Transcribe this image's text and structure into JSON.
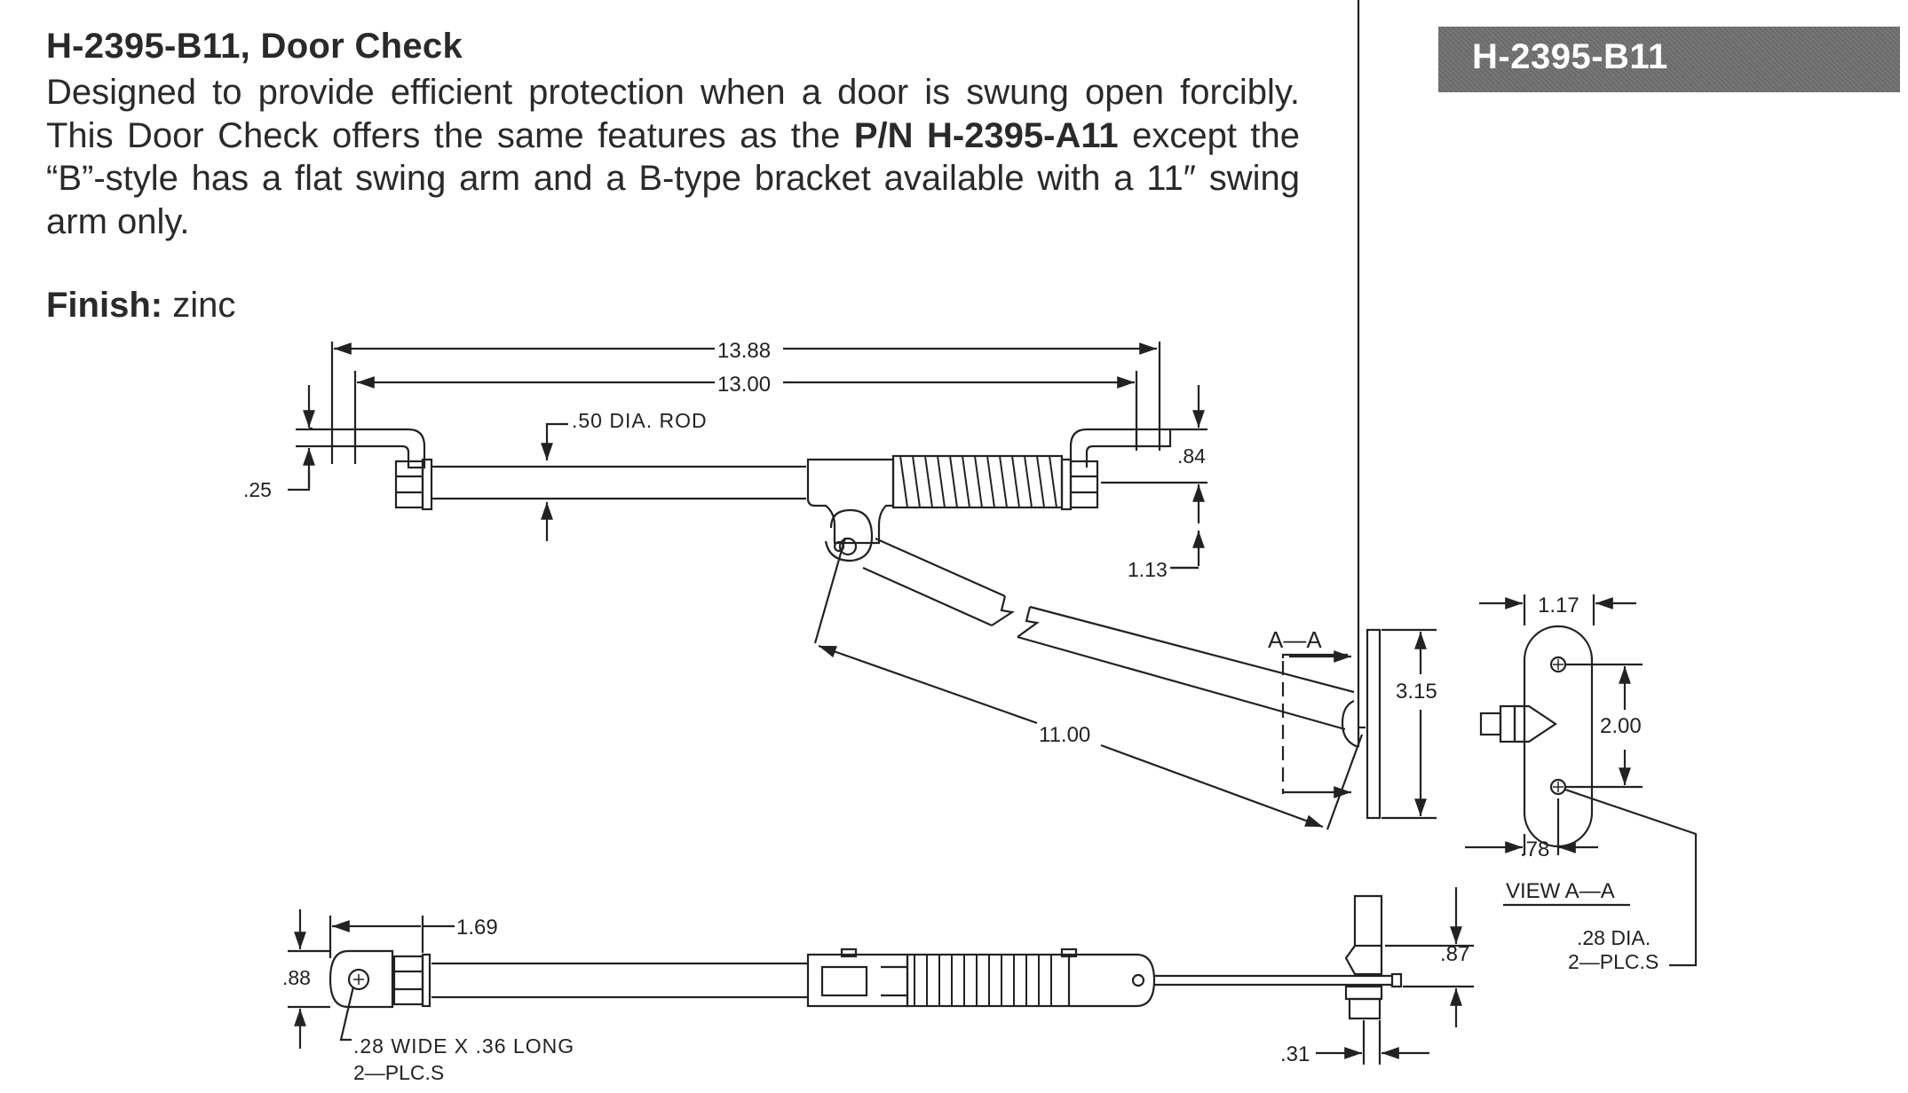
{
  "header": {
    "title": "H-2395-B11, Door Check",
    "badge": "H-2395-B11"
  },
  "description": {
    "part1": "Designed to provide efficient protection when a door is swung open forcibly. This Door Check offers the same features as the ",
    "part_number": "P/N H-2395-A11",
    "part2": " except the “B”-style has a flat swing arm and a B-type bracket available with a 11″ swing arm only."
  },
  "finish": {
    "label": "Finish:",
    "value": "zinc"
  },
  "drawing": {
    "dim_overall": "13.88",
    "dim_centers": "13.00",
    "rod_label": ".50 DIA. ROD",
    "dim_025": ".25",
    "dim_084": ".84",
    "dim_113": "1.13",
    "dim_arm": "11.00",
    "section_label": "A—A",
    "dim_315": "3.15",
    "dim_117": "1.17",
    "dim_200": "2.00",
    "dim_078": ".78",
    "view_label": "VIEW A—A",
    "hole_note_1": ".28 DIA.",
    "hole_note_2": "2—PLC.S",
    "dim_169": "1.69",
    "dim_088": ".88",
    "dim_087": ".87",
    "dim_031": ".31",
    "slot_note_1": ".28 WIDE X .36 LONG",
    "slot_note_2": "2—PLC.S"
  }
}
